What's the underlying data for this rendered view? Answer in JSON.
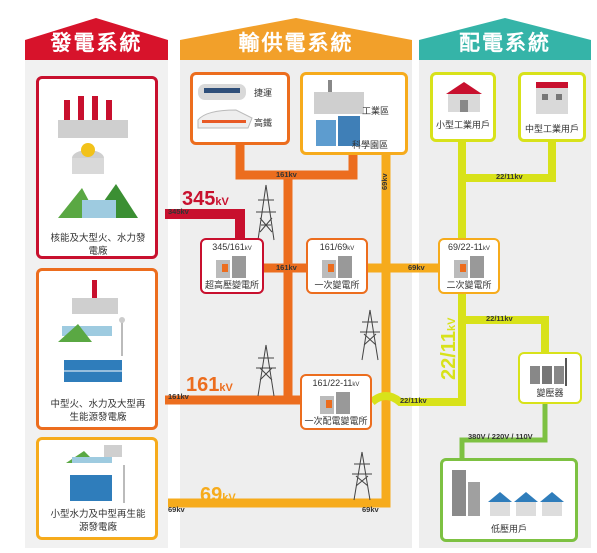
{
  "headers": {
    "generation": "發電系統",
    "transmission": "輸供電系統",
    "distribution": "配電系統"
  },
  "colors": {
    "generation": "#d7132b",
    "transmission": "#f2a02a",
    "distribution": "#35b4a8",
    "line345": "#c8102e",
    "line161": "#ec6d1e",
    "line69": "#f6ab1c",
    "lineDist": "#d8e21a",
    "green": "#7dc142"
  },
  "generation": {
    "large": "核能及大型火、水力發電廠",
    "medium": "中型火、水力及大型再生能源發電廠",
    "small": "小型水力及中型再生能源發電廠"
  },
  "transmission": {
    "mrt": "捷運",
    "hsr": "高鐵",
    "industrial_zone": "工業區",
    "science_park": "科學園區",
    "ehv_substation": {
      "ratio": "345/161",
      "unit": "kV",
      "name": "超高壓變電所"
    },
    "primary_substation": {
      "ratio": "161/69",
      "unit": "kV",
      "name": "一次變電所"
    },
    "primary_dist_substation": {
      "ratio": "161/22-11",
      "unit": "kV",
      "name": "一次配電變電所"
    }
  },
  "distribution": {
    "small_industrial": "小型工業用戶",
    "medium_industrial": "中型工業用戶",
    "secondary_substation": {
      "ratio": "69/22-11",
      "unit": "kV",
      "name": "二次變電所"
    },
    "transformer": "變壓器",
    "low_voltage_users": "低壓用戶"
  },
  "voltages": {
    "big_345": "345",
    "big_161": "161",
    "big_69": "69",
    "big_22_11": "22/11",
    "unit": "kV",
    "tag_345": "345kv",
    "tag_161_gen": "161kv",
    "tag_161_top": "161kv",
    "tag_161_mid": "161kv",
    "tag_69_vert": "69kv",
    "tag_69_mid": "69kv",
    "tag_69_gen": "69kv",
    "tag_69_bot": "69kv",
    "tag_22_top": "22/11kv",
    "tag_22_mid": "22/11kv",
    "tag_22_low": "22/11kv",
    "tag_low": "380V / 220V / 110V"
  }
}
